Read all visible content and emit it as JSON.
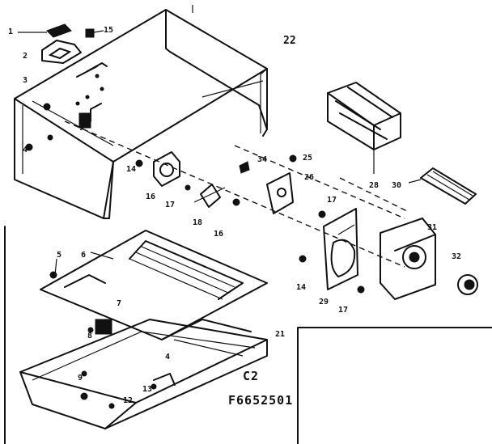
{
  "diagram": {
    "section_code": "C2",
    "figure_number": "F6652501",
    "callouts": [
      "1",
      "15",
      "2",
      "22",
      "3",
      "4",
      "34",
      "25",
      "28",
      "30",
      "14",
      "16",
      "17",
      "26",
      "18",
      "16",
      "17",
      "31",
      "32",
      "5",
      "6",
      "14",
      "29",
      "17",
      "7",
      "8",
      "21",
      "9",
      "4",
      "13",
      "12"
    ]
  }
}
